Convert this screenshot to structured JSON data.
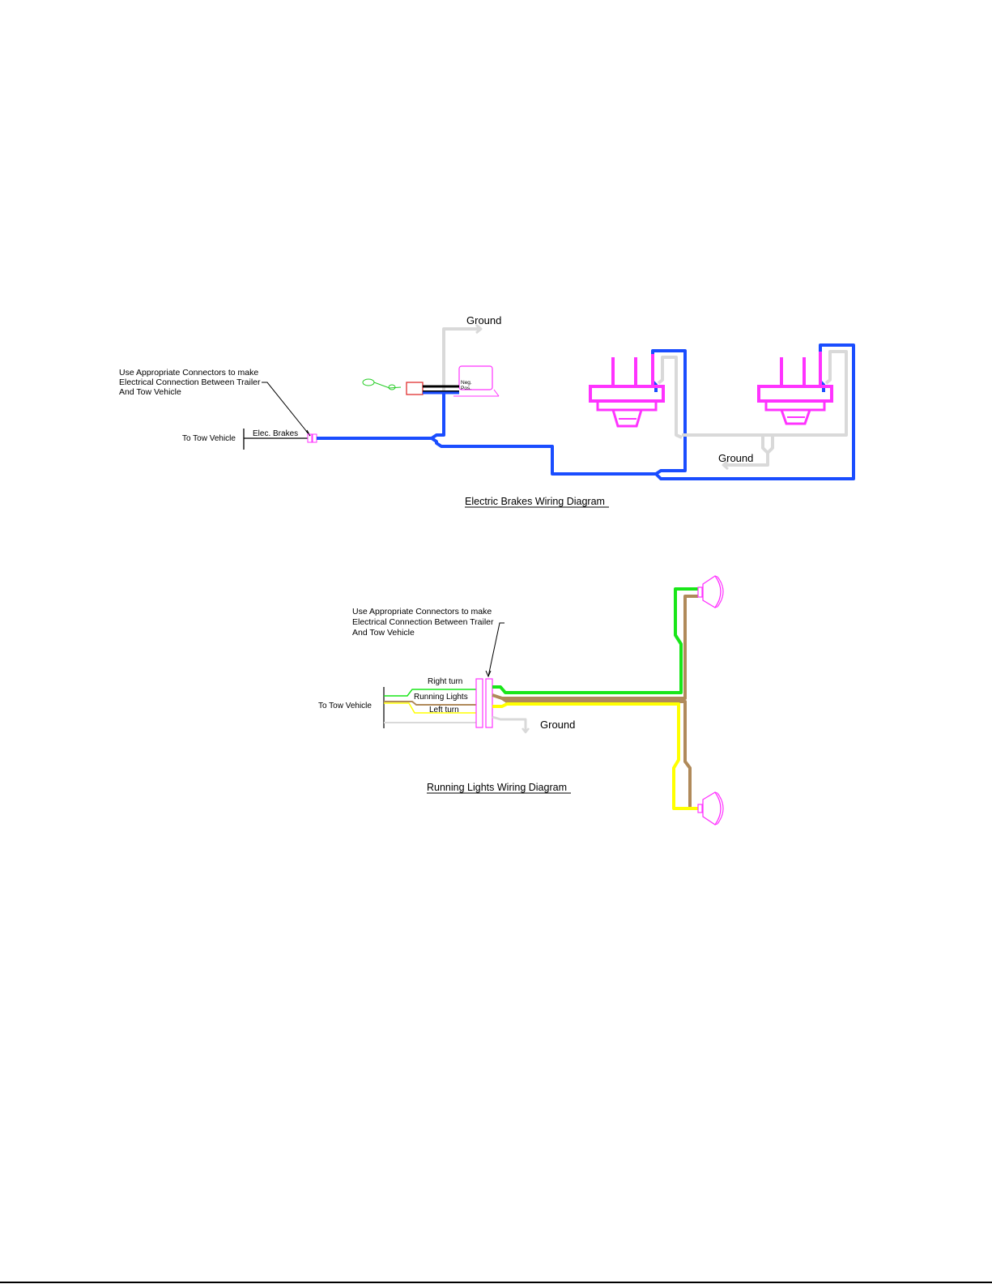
{
  "colors": {
    "brake_wire": "#1a4dff",
    "ground_wire": "#d9d9d9",
    "right_turn": "#19e619",
    "running_lights": "#b08a5a",
    "left_turn": "#ffff00",
    "fixture": "#ff33ff",
    "breakaway_box": "#e03030",
    "breakaway_cable": "#22cc22",
    "text": "#000000"
  },
  "brakes": {
    "ground_top": "Ground",
    "note_line1": "Use Appropriate Connectors to make",
    "note_line2": "Electrical Connection Between Trailer",
    "note_line3": "And Tow Vehicle",
    "to_tow_vehicle": "To Tow Vehicle",
    "elec_brakes": "Elec. Brakes",
    "neg": "Neg.",
    "pos": "Pos.",
    "ground_bottom": "Ground",
    "title": "Electric Brakes Wiring Diagram"
  },
  "lights": {
    "note_line1": "Use Appropriate Connectors to make",
    "note_line2": "Electrical Connection Between Trailer",
    "note_line3": "And Tow Vehicle",
    "right_turn": "Right turn",
    "running_lights": "Running Lights",
    "left_turn": "Left turn",
    "to_tow_vehicle": "To Tow Vehicle",
    "ground": "Ground",
    "title": "Running Lights Wiring Diagram"
  }
}
